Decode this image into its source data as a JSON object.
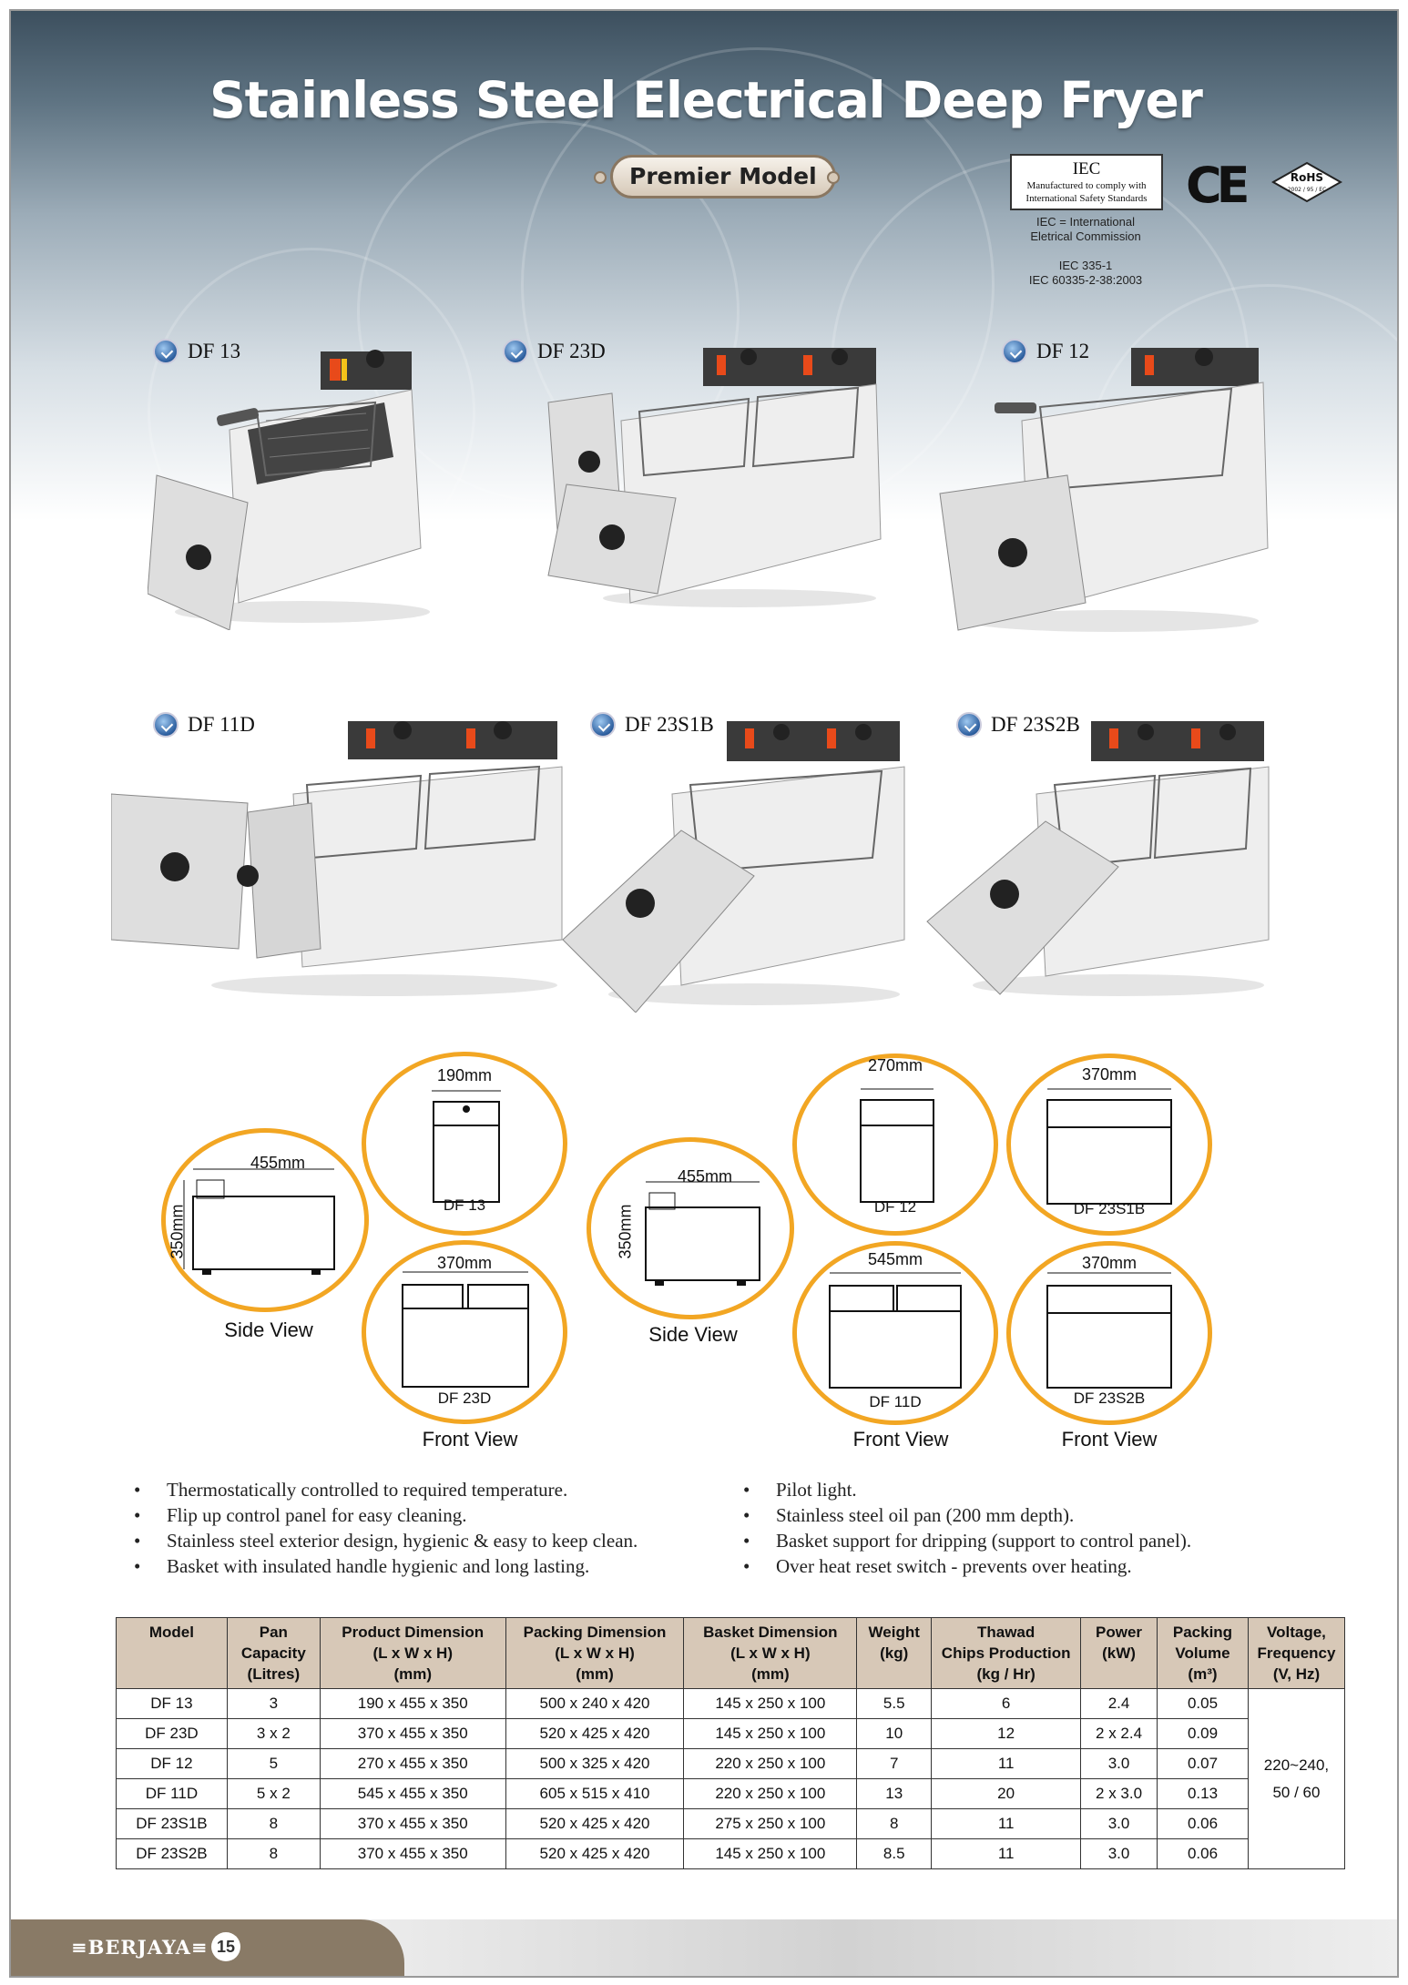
{
  "title": "Stainless Steel Electrical Deep Fryer",
  "badge": "Premier Model",
  "certification": {
    "iec_big": "IEC",
    "iec_line1": "Manufactured to comply with",
    "iec_line2": "International Safety Standards",
    "note_line1": "IEC = International",
    "note_line2": "Eletrical Commission",
    "std_line1": "IEC 335-1",
    "std_line2": "IEC 60335-2-38:2003",
    "ce": "CE",
    "rohs_big": "RoHS",
    "rohs_small": "2002 / 95 / EC"
  },
  "products": [
    "DF 13",
    "DF 23D",
    "DF 12",
    "DF 11D",
    "DF 23S1B",
    "DF 23S2B"
  ],
  "diagrams": {
    "left": {
      "side_width": "455mm",
      "side_height": "350mm",
      "side_label": "Side View",
      "front_label": "Front View",
      "top_width": "190mm",
      "top_name": "DF 13",
      "bottom_width": "370mm",
      "bottom_name": "DF 23D"
    },
    "right": {
      "side_width": "455mm",
      "side_height": "350mm",
      "side_label": "Side View",
      "front_label_1": "Front View",
      "front_label_2": "Front View",
      "a_width": "270mm",
      "a_name": "DF 12",
      "b_width": "370mm",
      "b_name": "DF 23S1B",
      "c_width": "545mm",
      "c_name": "DF 11D",
      "d_width": "370mm",
      "d_name": "DF 23S2B"
    }
  },
  "features_left": [
    "Thermostatically controlled to required temperature.",
    "Flip up control panel for easy cleaning.",
    "Stainless steel exterior design, hygienic & easy to keep clean.",
    "Basket with insulated handle hygienic and long lasting."
  ],
  "features_right": [
    "Pilot light.",
    "Stainless steel oil pan (200 mm depth).",
    "Basket support for dripping (support to control panel).",
    "Over heat reset switch - prevents over heating."
  ],
  "table": {
    "headers": [
      [
        "Model"
      ],
      [
        "Pan",
        "Capacity",
        "(Litres)"
      ],
      [
        "Product Dimension",
        "(L x W x H)",
        "(mm)"
      ],
      [
        "Packing Dimension",
        "(L x W x H)",
        "(mm)"
      ],
      [
        "Basket Dimension",
        "(L x W x H)",
        "(mm)"
      ],
      [
        "Weight",
        "(kg)"
      ],
      [
        "Thawad",
        "Chips Production",
        "(kg / Hr)"
      ],
      [
        "Power",
        "(kW)"
      ],
      [
        "Packing",
        "Volume",
        "(m³)"
      ],
      [
        "Voltage,",
        "Frequency",
        "(V, Hz)"
      ]
    ],
    "rows": [
      [
        "DF 13",
        "3",
        "190 x 455 x 350",
        "500 x 240 x 420",
        "145 x 250 x 100",
        "5.5",
        "6",
        "2.4",
        "0.05"
      ],
      [
        "DF 23D",
        "3 x 2",
        "370 x 455 x 350",
        "520 x 425 x 420",
        "145 x 250 x 100",
        "10",
        "12",
        "2 x 2.4",
        "0.09"
      ],
      [
        "DF 12",
        "5",
        "270 x 455 x 350",
        "500 x 325 x 420",
        "220 x 250 x 100",
        "7",
        "11",
        "3.0",
        "0.07"
      ],
      [
        "DF 11D",
        "5 x 2",
        "545 x 455 x 350",
        "605 x 515 x 410",
        "220 x 250 x 100",
        "13",
        "20",
        "2 x 3.0",
        "0.13"
      ],
      [
        "DF 23S1B",
        "8",
        "370 x 455 x 350",
        "520 x 425 x 420",
        "275 x 250 x 100",
        "8",
        "11",
        "3.0",
        "0.06"
      ],
      [
        "DF 23S2B",
        "8",
        "370 x 455 x 350",
        "520 x 425 x 420",
        "145 x 250 x 100",
        "8.5",
        "11",
        "3.0",
        "0.06"
      ]
    ],
    "voltage_line1": "220~240,",
    "voltage_line2": "50 / 60"
  },
  "footer": {
    "brand": "≡BERJAYA≡",
    "page": "15"
  },
  "colors": {
    "accent_orange": "#f2a623",
    "table_header": "#d7c8b7",
    "footer_tab": "#897a66"
  }
}
